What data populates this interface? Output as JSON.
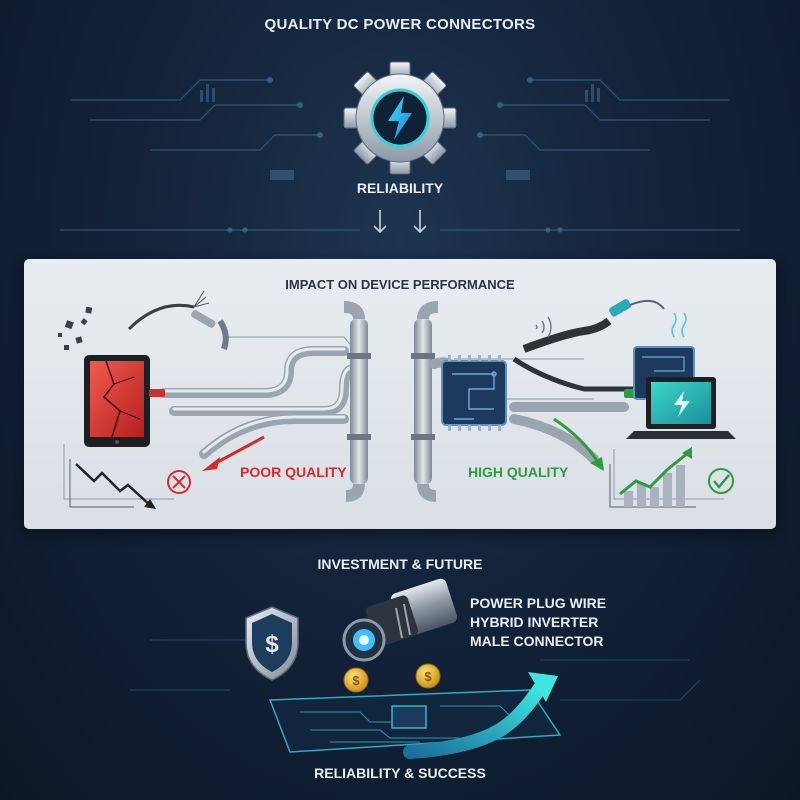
{
  "header": {
    "title": "QUALITY DC POWER CONNECTORS",
    "subtitle": "RELIABILITY"
  },
  "impact_panel": {
    "title": "IMPACT ON DEVICE PERFORMANCE",
    "poor_label": "POOR QUALITY",
    "high_label": "HIGH QUALITY"
  },
  "investment": {
    "title": "INVESTMENT & FUTURE",
    "product_lines": [
      "POWER PLUG WIRE",
      "HYBRID INVERTER",
      "MALE CONNECTOR"
    ],
    "footer": "RELIABILITY & SUCCESS"
  },
  "icons": {
    "top": "gear-lightning-icon",
    "bad_device": "cracked-tablet-icon",
    "good_device": "laptop-icon",
    "bad_status": "x-circle-icon",
    "good_status": "check-circle-icon",
    "shield": "dollar-shield-icon",
    "connector": "dc-connector-icon",
    "coins": "coin-icon"
  },
  "colors": {
    "background": "#13233a",
    "accent_cyan": "#2fd3d6",
    "poor": "#d62b2b",
    "good": "#2e9b3f",
    "panel": "#e4e8ec"
  }
}
